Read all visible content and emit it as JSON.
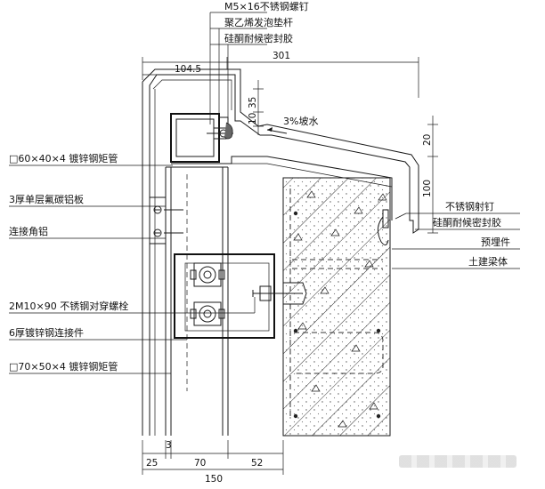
{
  "labels": {
    "screw": "M5×16不锈钢螺钉",
    "foam_rod": "聚乙烯发泡垫杆",
    "sealant_top": "硅酮耐候密封胶",
    "slope": "3%坡水",
    "tube_60": "□60×40×4 镀锌钢矩管",
    "panel": "3厚单层氟碳铝板",
    "angle": "连接角铝",
    "bolt": "2M10×90 不锈钢对穿螺栓",
    "plate": "6厚镀锌钢连接件",
    "tube_70": "□70×50×4 镀锌钢矩管",
    "rivet": "不锈钢射钉",
    "sealant_right": "硅酮耐候密封胶",
    "embed": "预埋件",
    "beam": "土建梁体"
  },
  "dimensions": {
    "top_total": "301",
    "top_left": "104.5",
    "v_35": "35",
    "v_10": "10",
    "v_20": "20",
    "v_100": "100",
    "b_25": "25",
    "b_3": "3",
    "b_70": "70",
    "b_52": "52",
    "b_150": "150"
  }
}
